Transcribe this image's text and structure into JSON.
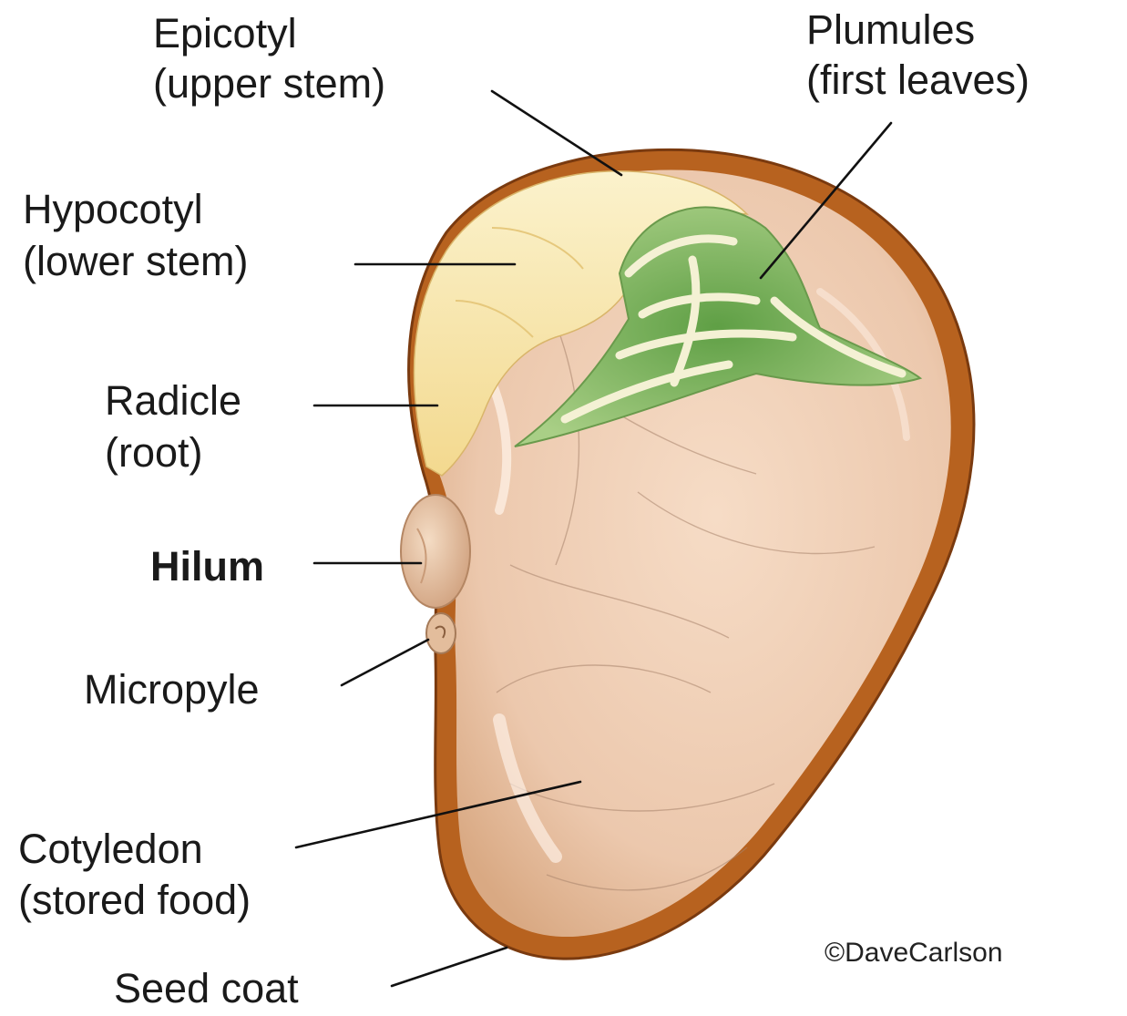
{
  "labels": {
    "epicotyl": {
      "name": "Epicotyl",
      "note": "(upper stem)"
    },
    "plumules": {
      "name": "Plumules",
      "note": "(first leaves)"
    },
    "hypocotyl": {
      "name": "Hypocotyl",
      "note": "(lower stem)"
    },
    "radicle": {
      "name": "Radicle",
      "note": "(root)"
    },
    "hilum": {
      "name": "Hilum"
    },
    "micropyle": {
      "name": "Micropyle"
    },
    "cotyledon": {
      "name": "Cotyledon",
      "note": "(stored food)"
    },
    "seed_coat": {
      "name": "Seed coat"
    }
  },
  "credit": "©DaveCarlson",
  "colors": {
    "seed_coat": "#b7621f",
    "cotyledon": "#eecdb3",
    "embryo": "#f7e6ab",
    "leaves": "#79b25a",
    "hilum": "#e8c8aa"
  }
}
